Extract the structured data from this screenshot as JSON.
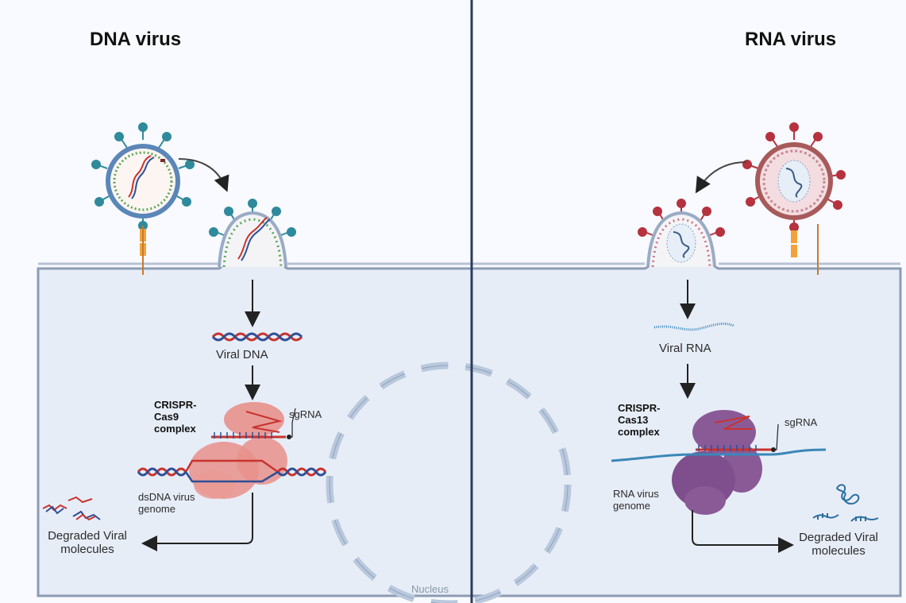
{
  "panels": {
    "dna": {
      "title": "DNA virus",
      "viral_nucleic": "Viral DNA",
      "complex": "CRISPR-Cas9 complex",
      "sgrna": "sgRNA",
      "genome": "dsDNA virus genome",
      "degraded": "Degraded Viral molecules"
    },
    "rna": {
      "title": "RNA virus",
      "viral_nucleic": "Viral RNA",
      "complex": "CRISPR-Cas13 complex",
      "sgrna": "sgRNA",
      "genome": "RNA virus genome",
      "degraded": "Degraded Viral molecules"
    }
  },
  "nucleus_label": "Nucleus",
  "colors": {
    "cell_fill": "#e7edf7",
    "membrane": "#8d9cb4",
    "divider": "#2c3a5c",
    "cas9": "#e8908b",
    "cas13": "#8a5a97",
    "dna_red": "#c8332e",
    "dna_blue": "#2f4f96",
    "rna_blue": "#3a87b8",
    "dna_spike": "#2f8a9c",
    "rna_spike": "#b5323e",
    "receptor": "#f2a23a"
  }
}
